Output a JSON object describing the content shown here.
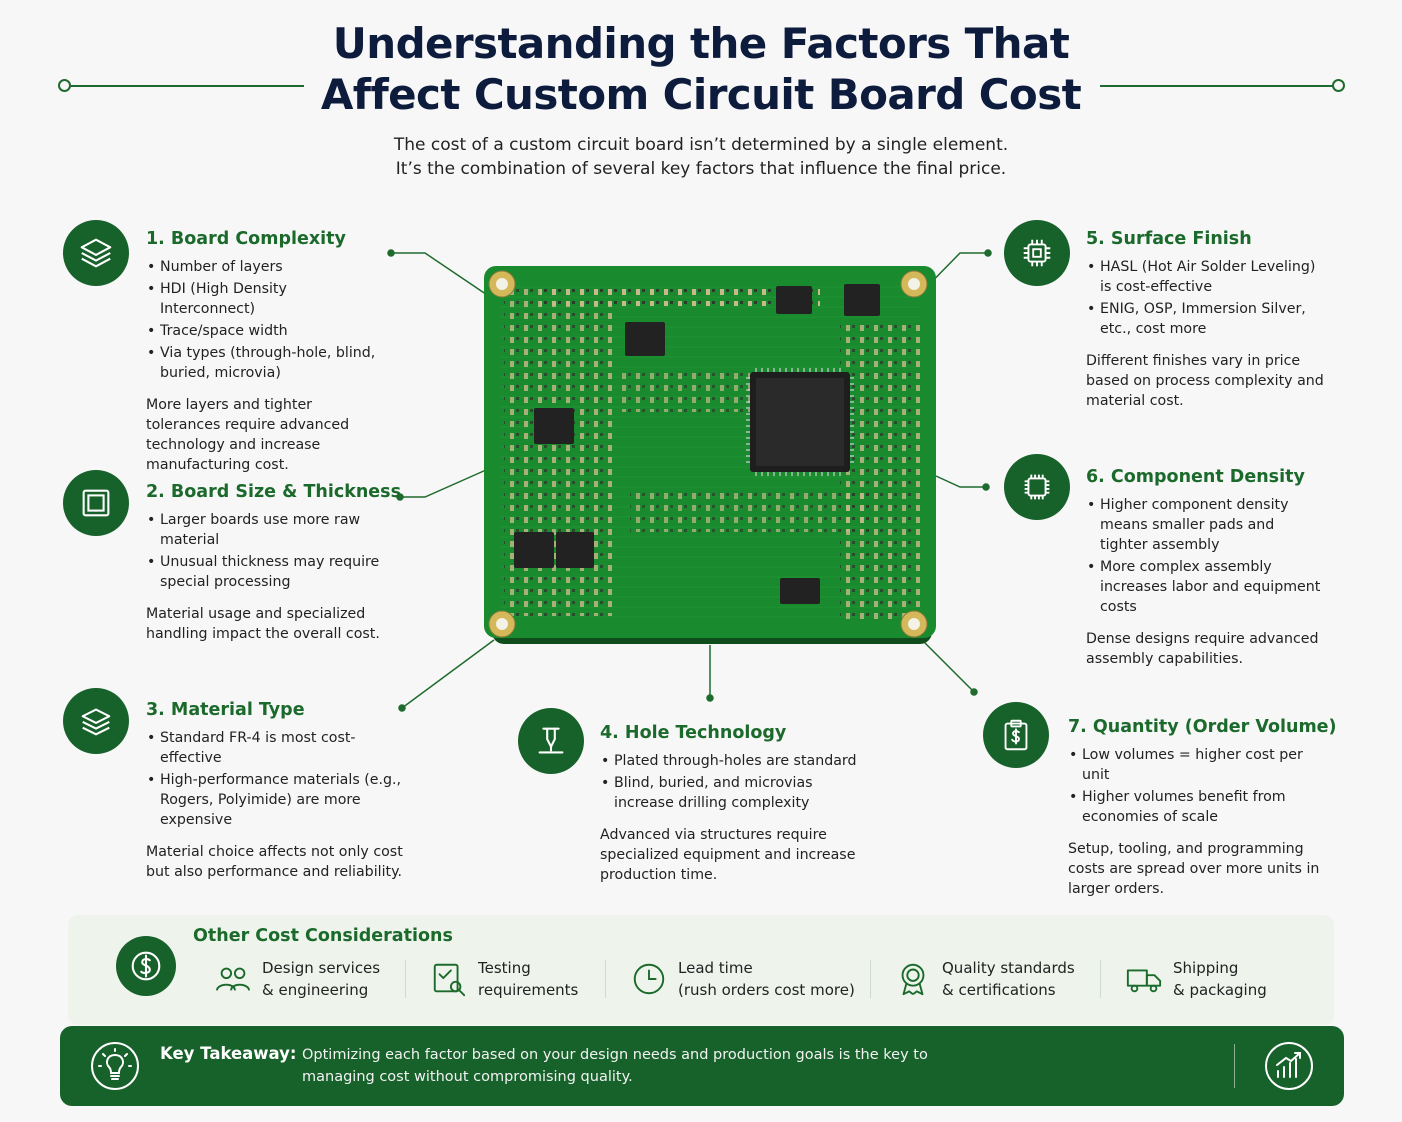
{
  "header": {
    "title_line1": "Understanding the Factors That",
    "title_line2": "Affect Custom Circuit Board Cost",
    "subtitle_line1": "The cost of a custom circuit board isn’t determined by a single element.",
    "subtitle_line2": "It’s the combination of several key factors that influence the final price."
  },
  "colors": {
    "brand_green": "#17612a",
    "heading_green": "#1b6a2c",
    "title_navy": "#0d1b3d",
    "pcb_green": "#1a8a2e"
  },
  "factors": [
    {
      "title": "1. Board Complexity",
      "icon": "layers-icon",
      "bullets": [
        "Number of layers",
        "HDI (High Density Interconnect)",
        "Trace/space width",
        "Via types (through-hole, blind, buried, microvia)"
      ],
      "note": "More layers and tighter tolerances require advanced technology and increase manufacturing cost."
    },
    {
      "title": "2. Board Size & Thickness",
      "icon": "board-square-icon",
      "bullets": [
        "Larger boards use more raw material",
        "Unusual thickness may require special processing"
      ],
      "note": "Material usage and specialized handling impact the overall cost."
    },
    {
      "title": "3. Material Type",
      "icon": "stack-icon",
      "bullets": [
        "Standard FR-4 is most cost-effective",
        "High-performance materials (e.g., Rogers, Polyimide) are more expensive"
      ],
      "note": "Material choice affects not only cost but also performance and reliability."
    },
    {
      "title": "4. Hole Technology",
      "icon": "drill-icon",
      "bullets": [
        "Plated through-holes are standard",
        "Blind, buried, and microvias increase drilling complexity"
      ],
      "note": "Advanced via structures require specialized equipment and increase production time."
    },
    {
      "title": "5. Surface Finish",
      "icon": "chip-icon",
      "bullets": [
        "HASL (Hot Air Solder Leveling) is cost-effective",
        "ENIG, OSP, Immersion Silver, etc., cost more"
      ],
      "note": "Different finishes vary in price based on process complexity and material cost."
    },
    {
      "title": "6. Component Density",
      "icon": "dense-chip-icon",
      "bullets": [
        "Higher component density means smaller pads and tighter assembly",
        "More complex assembly increases labor and equipment costs"
      ],
      "note": "Dense designs require advanced assembly capabilities."
    },
    {
      "title": "7. Quantity (Order Volume)",
      "icon": "clipboard-dollar-icon",
      "bullets": [
        "Low volumes = higher cost per unit",
        "Higher volumes benefit from economies of scale"
      ],
      "note": "Setup, tooling, and programming costs are spread over more units in larger orders."
    }
  ],
  "other": {
    "title": "Other Cost Considerations",
    "items": [
      {
        "line1": "Design services",
        "line2": "& engineering",
        "icon": "people-icon"
      },
      {
        "line1": "Testing",
        "line2": "requirements",
        "icon": "checklist-search-icon"
      },
      {
        "line1": "Lead time",
        "line2": "(rush orders cost more)",
        "icon": "clock-icon"
      },
      {
        "line1": "Quality standards",
        "line2": "& certifications",
        "icon": "badge-icon"
      },
      {
        "line1": "Shipping",
        "line2": "& packaging",
        "icon": "truck-icon"
      }
    ]
  },
  "takeaway": {
    "label": "Key Takeaway:",
    "text": "Optimizing each factor based on your design needs and production goals is the key to managing cost without compromising quality."
  }
}
